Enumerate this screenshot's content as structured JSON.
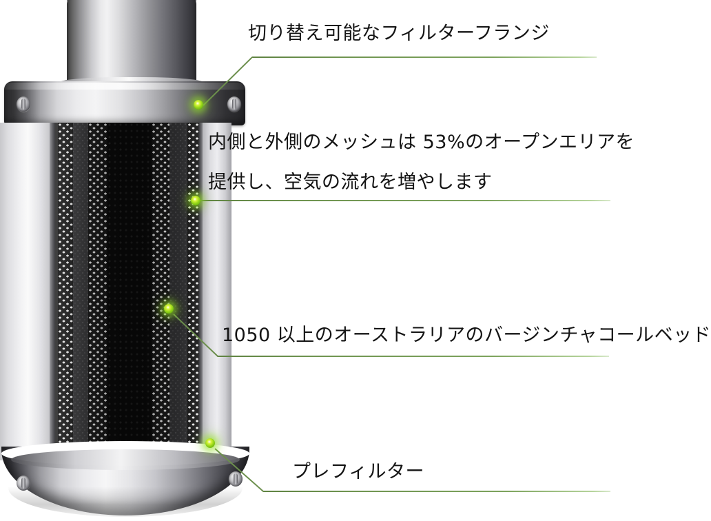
{
  "image": {
    "subject": "carbon air filter product infographic",
    "language": "ja",
    "background_color": "#ffffff",
    "accent_color": "#8ed117",
    "line_color": "#6c8f4d",
    "text_color": "#141414"
  },
  "product": {
    "name": "carbon-filter",
    "parts": [
      {
        "name": "top-neck-collar",
        "label": ""
      },
      {
        "name": "flange-plate",
        "label": ""
      },
      {
        "name": "mesh-body",
        "label": ""
      },
      {
        "name": "base-ring",
        "label": ""
      }
    ]
  },
  "callouts": [
    {
      "id": "filter-flange",
      "lines": [
        "切り替え可能なフィルターフランジ"
      ],
      "dot_label": "callout-dot-filter-flange"
    },
    {
      "id": "mesh-open-area",
      "lines": [
        "内側と外側のメッシュは 53%のオープンエリアを",
        "提供し、空気の流れを増やします"
      ],
      "dot_label": "callout-dot-mesh-open-area"
    },
    {
      "id": "charcoal-bed",
      "lines": [
        "1050 以上のオーストラリアのバージンチャコールベッド"
      ],
      "dot_label": "callout-dot-charcoal-bed"
    },
    {
      "id": "pre-filter",
      "lines": [
        "プレフィルター"
      ],
      "dot_label": "callout-dot-pre-filter"
    }
  ]
}
